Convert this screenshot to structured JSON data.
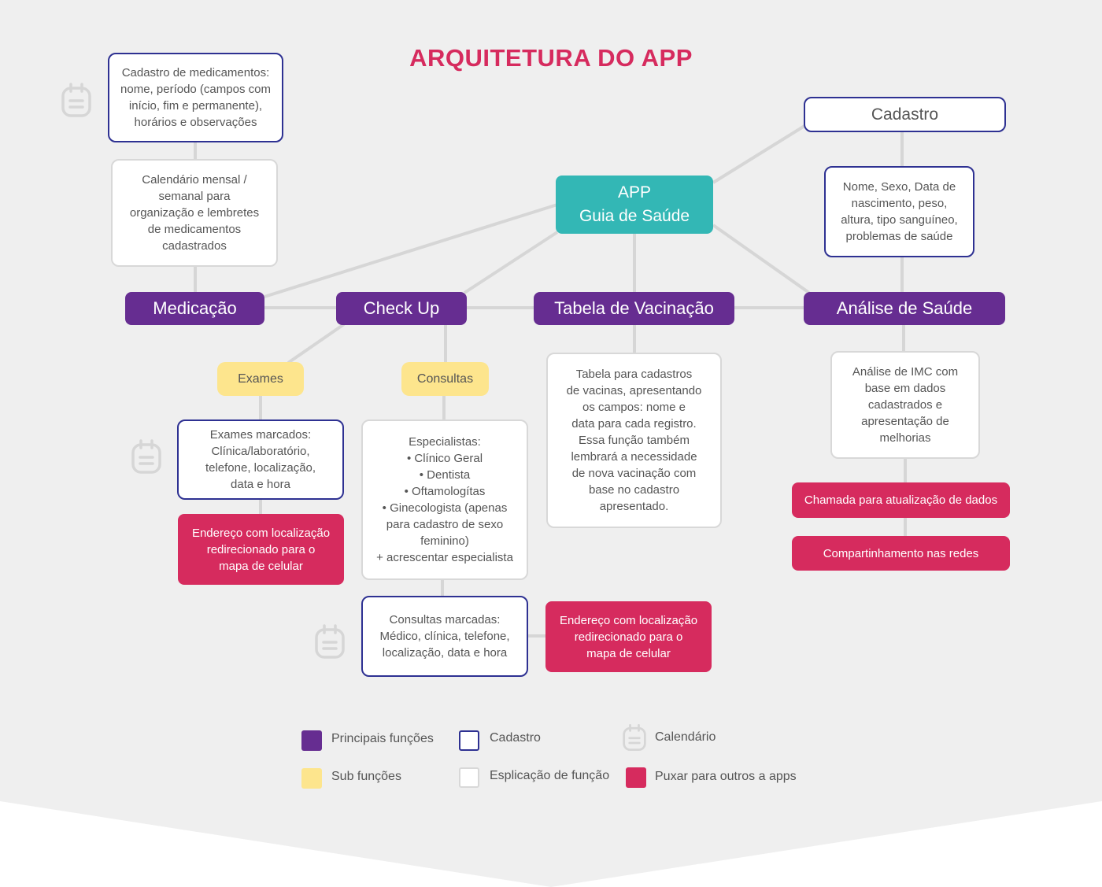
{
  "title": "ARQUITETURA DO APP",
  "colors": {
    "main_function": "#662d91",
    "sub_function": "#fde58d",
    "registration_border": "#2e3192",
    "explanation_border": "#d8d8d8",
    "external_app": "#d62b5e",
    "app_center": "#33b7b5",
    "title": "#d62b5e",
    "background": "#efefef"
  },
  "app": {
    "label": "APP\nGuia de Saúde"
  },
  "main_functions": {
    "medicacao": "Medicação",
    "checkup": "Check Up",
    "vacinacao": "Tabela de Vacinação",
    "analise": "Análise de Saúde"
  },
  "sub_functions": {
    "exames": "Exames",
    "consultas": "Consultas"
  },
  "registration": {
    "cadastro": "Cadastro",
    "medicamentos": "Cadastro de medicamentos:\nnome, período (campos com\ninício, fim e permanente),\nhorários e observações",
    "dados_pessoais": "Nome, Sexo, Data de\nnascimento, peso,\naltura, tipo sanguíneo,\nproblemas de saúde",
    "exames_marcados": "Exames marcados:\nClínica/laboratório,\ntelefone, localização,\ndata e hora",
    "consultas_marcadas": "Consultas marcadas:\nMédico, clínica, telefone,\nlocalização, data e hora"
  },
  "explanations": {
    "calendario": "Calendário mensal /\nsemanal para\norganização e lembretes\nde medicamentos\ncadastrados",
    "especialistas": "Especialistas:\n• Clínico Geral\n• Dentista\n• Oftamologítas\n• Ginecologista (apenas\npara cadastro de sexo\nfeminino)\n+ acrescentar especialista",
    "vacinas": "Tabela para cadastros\nde vacinas, apresentando\nos campos: nome e\ndata para cada registro.\nEssa função também\nlembrará a necessidade\nde nova vacinação com\nbase no cadastro\napresentado.",
    "imc": "Análise de IMC com\nbase em dados\ncadastrados e\napresentação de\nmelhorias"
  },
  "external": {
    "endereco_exames": "Endereço com localização\nredirecionado para o\nmapa de celular",
    "endereco_consultas": "Endereço com localização\nredirecionado para o\nmapa de celular",
    "atualizacao": "Chamada para atualização de dados",
    "compartilhamento": "Compartinhamento nas redes"
  },
  "icons": {
    "calendar": "calendar-icon"
  },
  "legend": {
    "principais": "Principais funções",
    "sub": "Sub funções",
    "cadastro": "Cadastro",
    "explicacao": "Esplicação de função",
    "calendario": "Calendário",
    "puxar": "Puxar para outros a apps"
  }
}
